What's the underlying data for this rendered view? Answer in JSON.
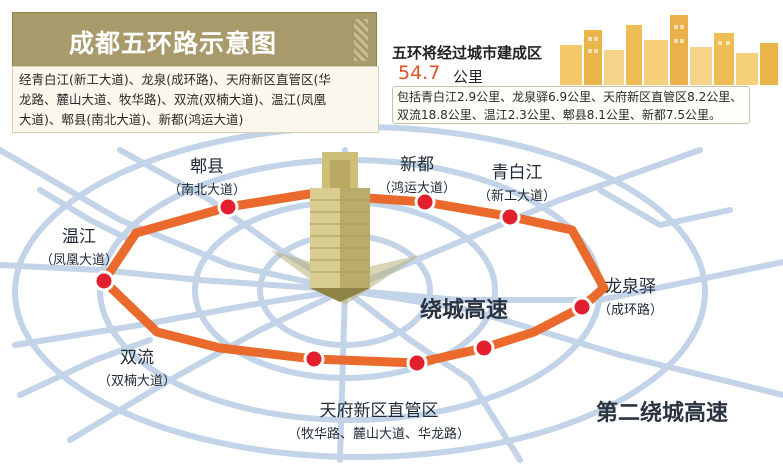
{
  "title": "成都五环路示意图",
  "route_desc_lines": [
    "经青白江(新工大道)、龙泉(成环路)、天府新区直管区(华",
    "龙路、麓山大道、牧华路)、双流(双楠大道)、温江(凤凰",
    "大道)、郫县(南北大道)、新都(鸿运大道)"
  ],
  "stats": {
    "title": "五环将经过城市建成区",
    "value": "54.7",
    "unit": "公里",
    "detail_lines": [
      "包括青白江2.9公里、龙泉驿6.9公里、天府新区直管区8.2公里、",
      "双流18.8公里、温江2.3公里、郫县8.1公里、新都7.5公里。"
    ]
  },
  "places": {
    "pixian": {
      "name": "郫县",
      "sub": "（南北大道）"
    },
    "xindu": {
      "name": "新都",
      "sub": "（鸿运大道）"
    },
    "qingbaijiang": {
      "name": "青白江",
      "sub": "（新工大道）"
    },
    "wenjiang": {
      "name": "温江",
      "sub": "（凤凰大道）"
    },
    "longquanyi": {
      "name": "龙泉驿",
      "sub": "（成环路）"
    },
    "shuangliu": {
      "name": "双流",
      "sub": "（双楠大道）"
    },
    "tianfu": {
      "name": "天府新区直管区",
      "sub": "（牧华路、麓山大道、华龙路）"
    }
  },
  "road_labels": {
    "ring_expressway": "绕城高速",
    "second_ring_expressway": "第二绕城高速"
  },
  "colors": {
    "ring_road": "#e96a2c",
    "node_fill": "#e2202d",
    "base_roads": "#c3d4e8",
    "banner": "#a99a6c",
    "highlight": "#e0512b"
  }
}
